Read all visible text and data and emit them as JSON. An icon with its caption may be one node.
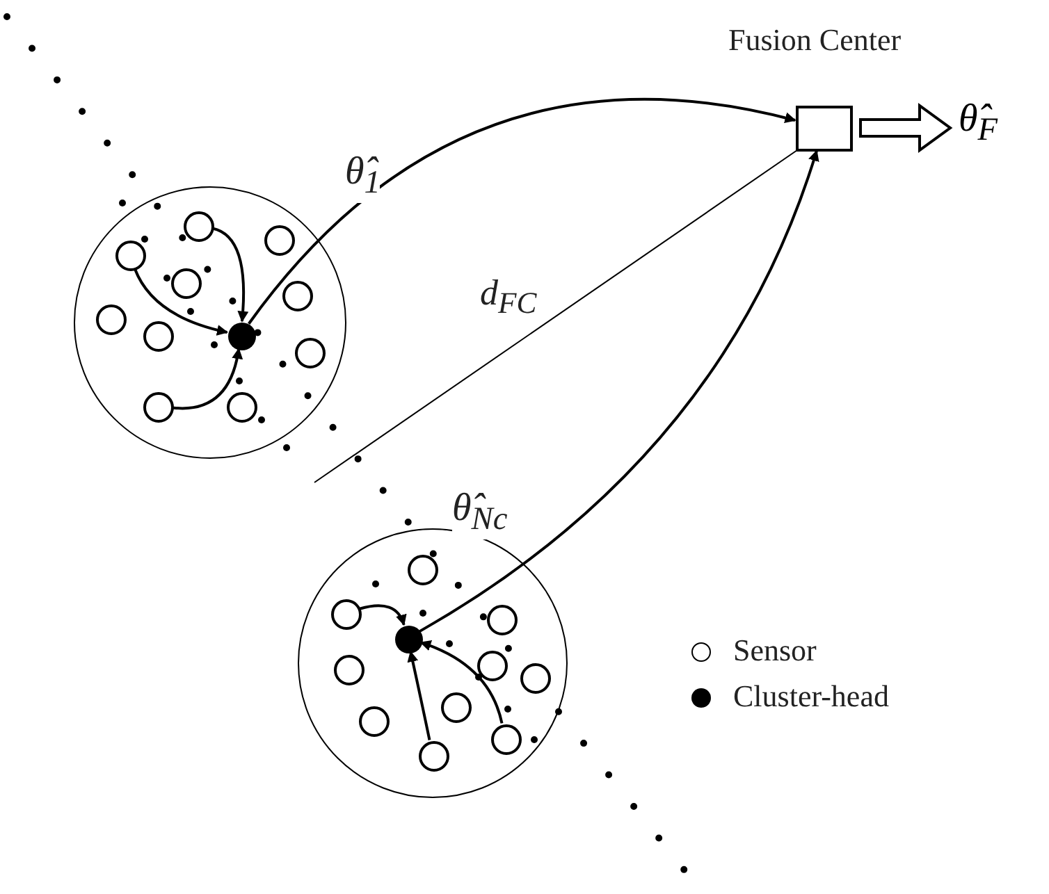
{
  "diagram": {
    "nodes": [
      {
        "text": [
          "Fusion Center"
        ]
      },
      {
        "text": [
          "θ̂$_{F}$"
        ]
      },
      {
        "text": [],
        "shape": "circle"
      },
      {
        "text": [],
        "shape": "circle",
        "in": 2
      },
      {
        "text": [],
        "shape": "circle",
        "in": 2
      },
      {
        "text": [],
        "shape": "circle",
        "in": 2
      },
      {
        "text": [],
        "shape": "circle",
        "in": 2
      },
      {
        "text": [],
        "shape": "circle",
        "in": 2
      },
      {
        "text": [],
        "shape": "circle",
        "in": 2
      },
      {
        "text": [],
        "shape": "circle",
        "in": 2
      },
      {
        "text": [],
        "shape": "circle",
        "in": 2
      },
      {
        "text": [],
        "shape": "circle",
        "in": 2
      },
      {
        "text": [],
        "shape": "circle",
        "in": 2
      },
      {
        "text": [],
        "shape": "circle",
        "in": 2
      },
      {
        "text": [],
        "shape": "circle"
      },
      {
        "text": [],
        "shape": "circle",
        "in": 14
      },
      {
        "text": [],
        "shape": "circle",
        "in": 14
      },
      {
        "text": [],
        "shape": "circle",
        "in": 14
      },
      {
        "text": [],
        "shape": "circle",
        "in": 14
      },
      {
        "text": [],
        "shape": "circle",
        "in": 14
      },
      {
        "text": [],
        "shape": "circle",
        "in": 14
      },
      {
        "text": [],
        "shape": "circle",
        "in": 14
      },
      {
        "text": [],
        "shape": "circle",
        "in": 14
      },
      {
        "text": [],
        "shape": "circle",
        "in": 14
      },
      {
        "text": [],
        "shape": "circle",
        "in": 14
      },
      {
        "text": [],
        "shape": "circle",
        "in": 14
      }
    ],
    "edges": [
      {
        "from": 0,
        "to": 1,
        "arrow": "to",
        "style": "thick"
      },
      {
        "from": 3,
        "to": 0,
        "arrow": "to",
        "label": "θ̂$_{1}$"
      },
      {
        "from": 15,
        "to": 0,
        "arrow": "to",
        "label": "θ̂$_{N}$$_{c}$"
      },
      {
        "from": 5,
        "to": 3,
        "arrow": "to"
      },
      {
        "from": 4,
        "to": 3,
        "arrow": "to"
      },
      {
        "from": 12,
        "to": 3,
        "arrow": "to"
      },
      {
        "from": 18,
        "to": 15,
        "arrow": "to"
      },
      {
        "from": 25,
        "to": 15,
        "arrow": "to"
      },
      {
        "from": 24,
        "to": 15,
        "arrow": "to"
      }
    ],
    "labels": [
      "d$_{FC}$"
    ],
    "legend": [
      {
        "text": "Sensor"
      },
      {
        "text": "Cluster-head"
      }
    ]
  }
}
